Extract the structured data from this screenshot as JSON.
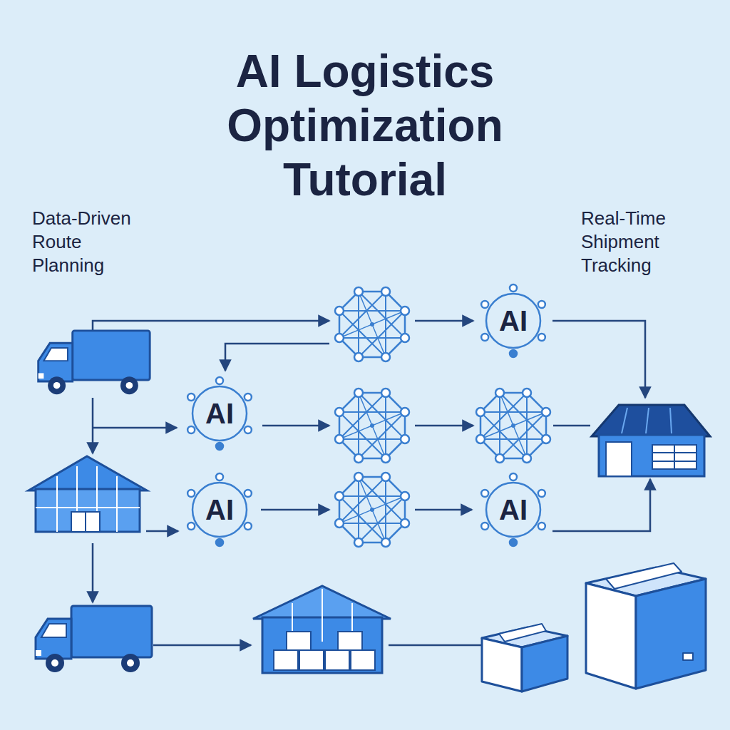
{
  "diagram": {
    "title": "AI Logistics Optimization Tutorial",
    "nodes": [
      {
        "text": [
          "AI"
        ]
      },
      {
        "text": [
          "AI"
        ]
      },
      {
        "text": [
          "AI"
        ]
      },
      {
        "text": [
          "AI"
        ]
      }
    ],
    "labels": [
      "Data-Driven Route Planning",
      "Real-Time Shipment Tracking"
    ]
  }
}
